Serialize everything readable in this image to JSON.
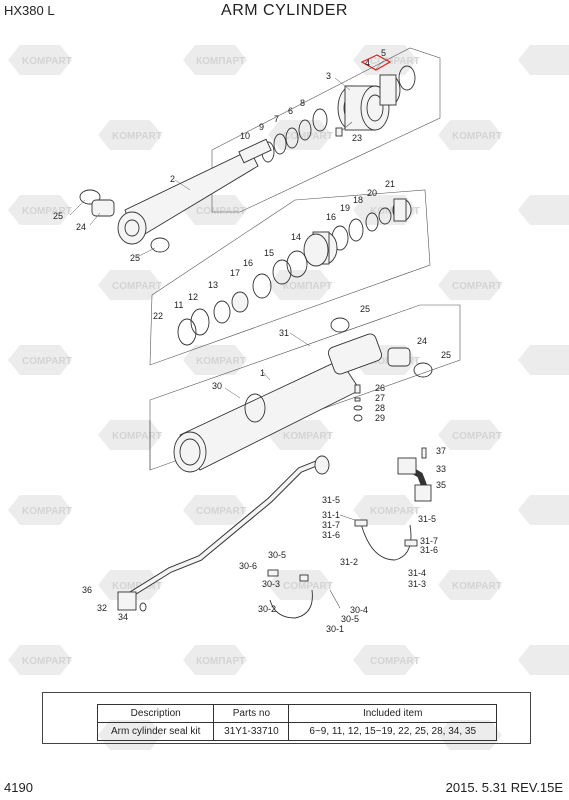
{
  "header": {
    "model": "HX380 L",
    "title": "ARM CYLINDER"
  },
  "footer": {
    "page": "4190",
    "revision": "2015. 5.31  REV.15E"
  },
  "watermarks": [
    "KOMPART",
    "COMPART",
    "КОМПАРТ"
  ],
  "kit_table": {
    "headers": [
      "Description",
      "Parts no",
      "Included item"
    ],
    "rows": [
      [
        "Arm cylinder seal kit",
        "31Y1-33710",
        "6~9, 11, 12, 15~19, 22, 25, 28, 34, 35"
      ]
    ]
  },
  "callouts": {
    "c5": "5",
    "c4": "4",
    "c3": "3",
    "c23": "23",
    "c8": "8",
    "c6": "6",
    "c7": "7",
    "c9": "9",
    "c10": "10",
    "c2": "2",
    "c25a": "25",
    "c24a": "24",
    "c25b": "25",
    "c21": "21",
    "c20": "20",
    "c18": "18",
    "c19": "19",
    "c16a": "16",
    "c14": "14",
    "c15": "15",
    "c16b": "16",
    "c17": "17",
    "c13": "13",
    "c12": "12",
    "c11": "11",
    "c22": "22",
    "c25c": "25",
    "c31": "31",
    "c24b": "24",
    "c25d": "25",
    "c1": "1",
    "c26": "26",
    "c27": "27",
    "c28": "28",
    "c29": "29",
    "c30": "30",
    "c37": "37",
    "c33": "33",
    "c35": "35",
    "c31_5a": "31-5",
    "c31_1": "31-1",
    "c31_7a": "31-7",
    "c31_6a": "31-6",
    "c31_5b": "31-5",
    "c31_7b": "31-7",
    "c31_6b": "31-6",
    "c31_2": "31-2",
    "c31_4": "31-4",
    "c31_3": "31-3",
    "c30_5": "30-5",
    "c30_6": "30-6",
    "c30_3": "30-3",
    "c30_2": "30-2",
    "c30_4": "30-4",
    "c30_5b": "30-5",
    "c30_1": "30-1",
    "c36": "36",
    "c32": "32",
    "c34": "34"
  }
}
